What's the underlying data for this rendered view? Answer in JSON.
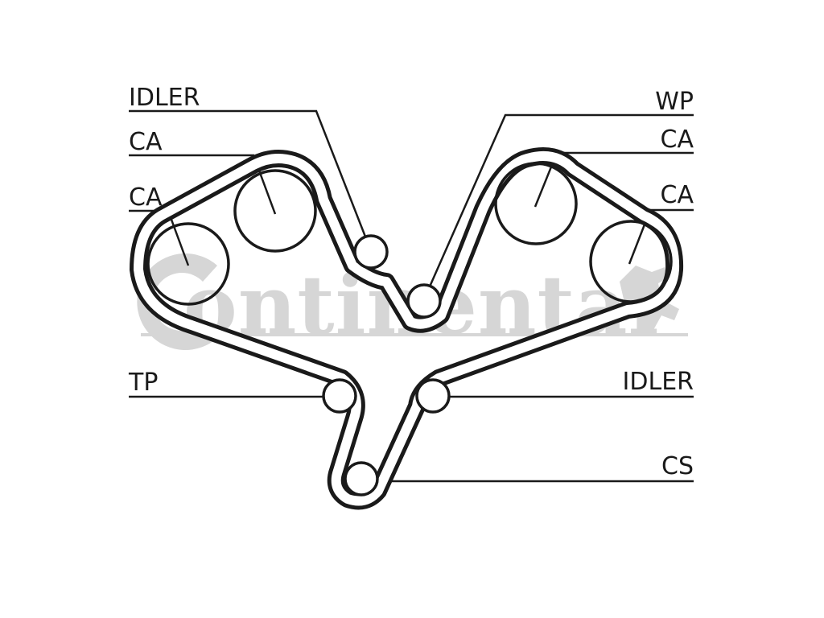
{
  "labels": {
    "left_top": "IDLER",
    "left_ca1": "CA",
    "left_ca2": "CA",
    "left_tp": "TP",
    "right_wp": "WP",
    "right_ca1": "CA",
    "right_ca2": "CA",
    "right_idler": "IDLER",
    "right_cs": "CS"
  },
  "watermark": {
    "text": "ontinental"
  },
  "colors": {
    "ink": "#1a1a1a",
    "watermark": "#d6d6d6",
    "background": "#ffffff"
  }
}
